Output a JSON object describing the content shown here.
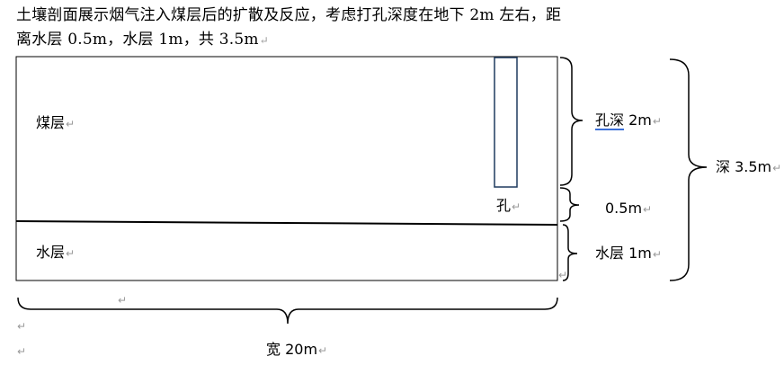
{
  "caption": {
    "line1": "土壤剖面展示烟气注入煤层后的扩散及反应，考虑打孔深度在地下 2m 左右，距",
    "line2": "离水层 0.5m，水层 1m，共 3.5m"
  },
  "paragraph_mark": "↵",
  "diagram": {
    "coal_seam_label": "煤层",
    "water_layer_label": "水层",
    "hole_label": "孔",
    "hole_depth_prefix": "孔深",
    "hole_depth_value": " 2m",
    "gap_label": "0.5m",
    "water_thickness_label": "水层 1m",
    "total_depth_label": "深 3.5m",
    "width_label": "宽 20m"
  },
  "colors": {
    "line": "#000000",
    "hole_outline": "#1f3a5f",
    "mark": "#9a9a9a",
    "spell_underline": "#3b6fd8"
  }
}
